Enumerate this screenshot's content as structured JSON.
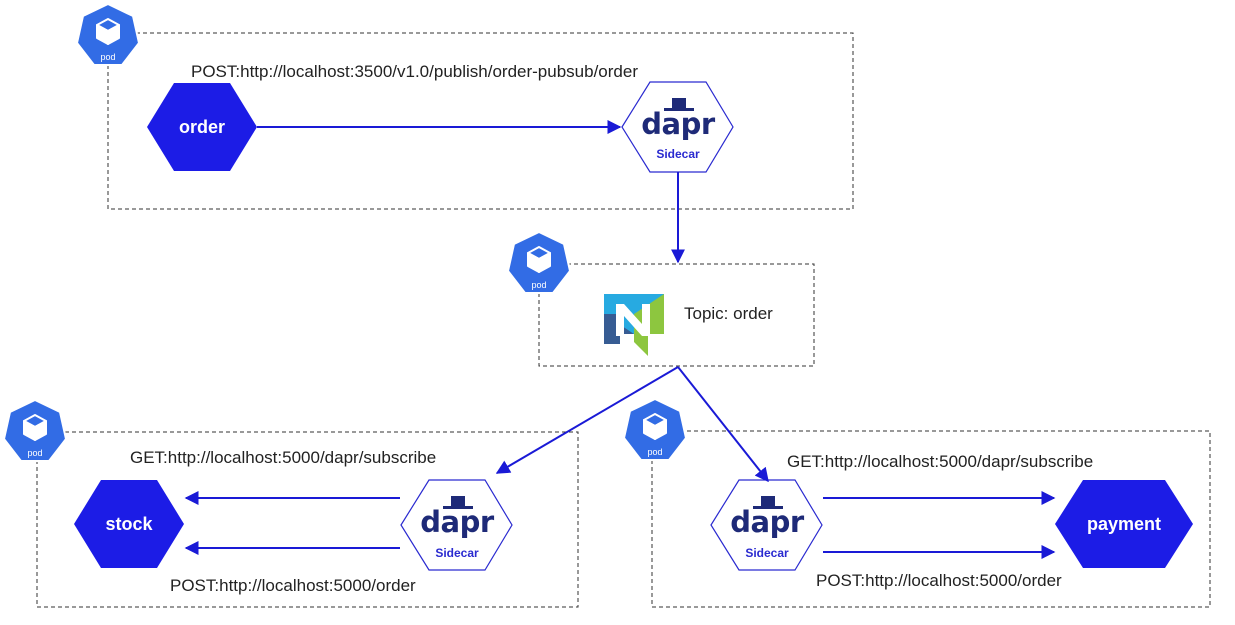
{
  "colors": {
    "service": "#1c1ce6",
    "dapr_text": "#1e2a78",
    "dapr_border": "#2a2ad0",
    "arrow": "#1a1ad6",
    "pod": "#326ce5",
    "nats_teal": "#27aae1",
    "nats_green": "#8dc63f",
    "nats_navy": "#375c93"
  },
  "icons": {
    "pod": "pod-icon",
    "dapr": "dapr-logo",
    "nats": "nats-logo"
  },
  "pods": {
    "order": {
      "label": "pod"
    },
    "broker": {
      "label": "pod"
    },
    "stock": {
      "label": "pod"
    },
    "payment": {
      "label": "pod"
    }
  },
  "services": {
    "order": "order",
    "stock": "stock",
    "payment": "payment"
  },
  "dapr": {
    "word": "dapr",
    "sidecar": "Sidecar"
  },
  "broker": {
    "topic_label": "Topic: order"
  },
  "edges": {
    "order_publish": "POST:http://localhost:3500/v1.0/publish/order-pubsub/order",
    "stock_subscribe": "GET:http://localhost:5000/dapr/subscribe",
    "stock_post": "POST:http://localhost:5000/order",
    "payment_subscribe": "GET:http://localhost:5000/dapr/subscribe",
    "payment_post": "POST:http://localhost:5000/order"
  }
}
